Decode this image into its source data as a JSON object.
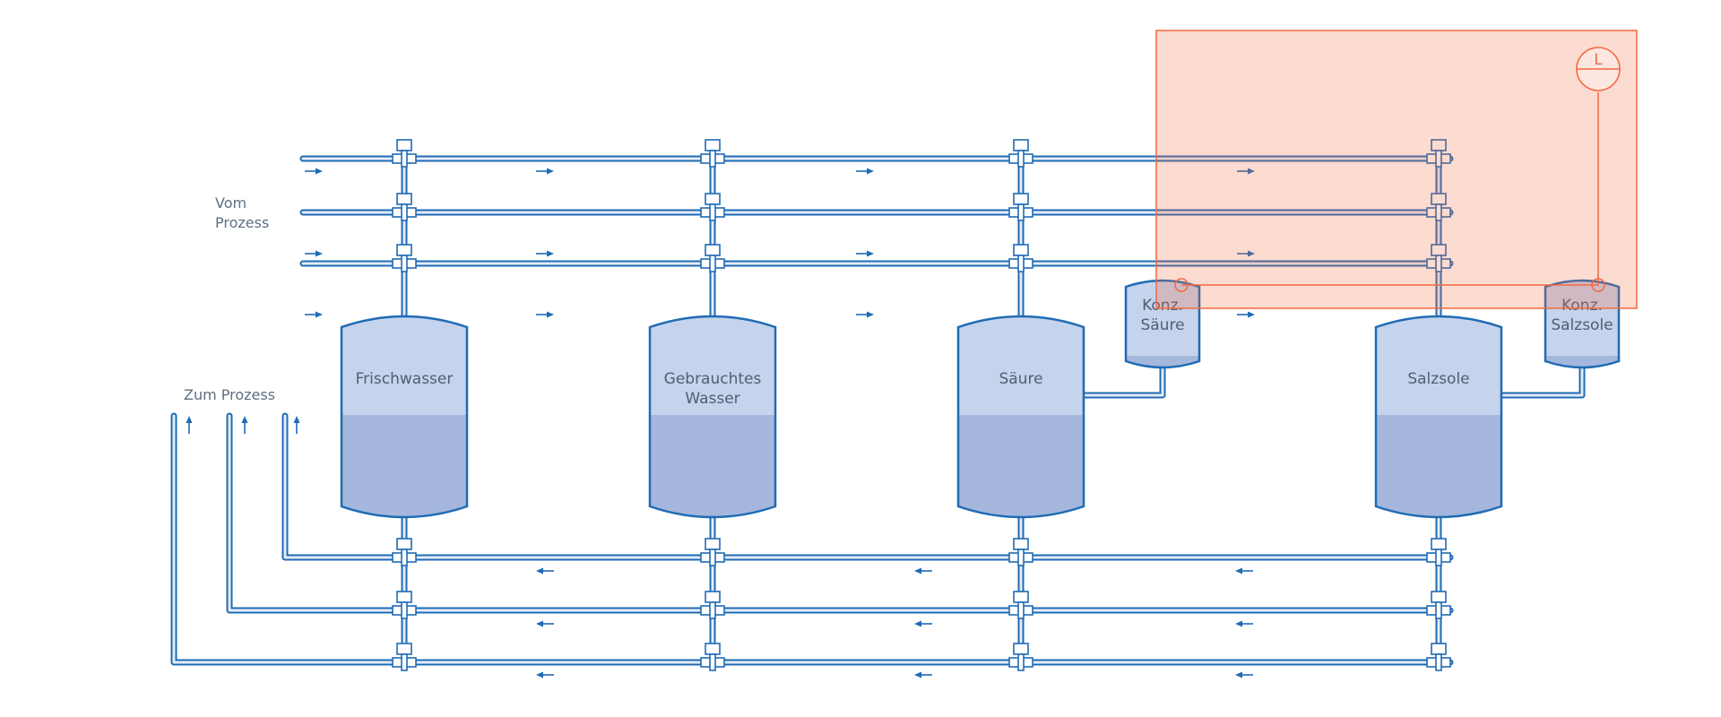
{
  "labels": {
    "from_process_1": "Vom",
    "from_process_2": "Prozess",
    "to_process": "Zum Prozess"
  },
  "tanks": [
    {
      "name_1": "Frischwasser",
      "name_2": ""
    },
    {
      "name_1": "Gebrauchtes",
      "name_2": "Wasser"
    },
    {
      "name_1": "Säure",
      "name_2": ""
    },
    {
      "name_1": "Salzsole",
      "name_2": ""
    }
  ],
  "conc_tanks": [
    {
      "name_1": "Konz.",
      "name_2": "Säure"
    },
    {
      "name_1": "Konz.",
      "name_2": "Salzsole"
    }
  ],
  "level_instrument": {
    "symbol": "L"
  },
  "colors": {
    "pipe": "#1f6bb5",
    "pipe_inner": "#e6ecf6",
    "tank_top": "#c5d3ec",
    "tank_liquid": "#a5b7dc",
    "highlight_fill": "#fbdcd3",
    "highlight_stroke": "#f26a3f"
  }
}
